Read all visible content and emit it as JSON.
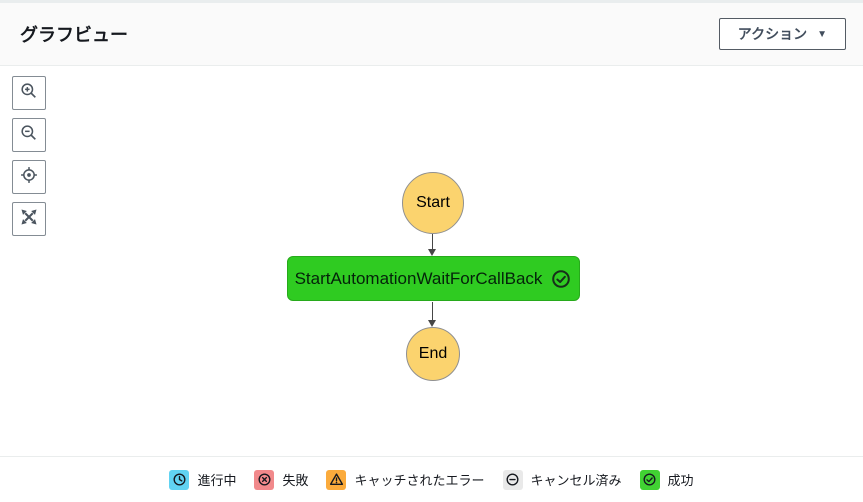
{
  "header": {
    "title": "グラフビュー",
    "action_button": {
      "label": "アクション",
      "caret": "▼"
    }
  },
  "toolbar": {
    "items": [
      {
        "name": "zoom-in"
      },
      {
        "name": "zoom-out"
      },
      {
        "name": "center-graph"
      },
      {
        "name": "fit-expand"
      }
    ]
  },
  "graph": {
    "start_node": {
      "label": "Start",
      "color": "#FBD36E"
    },
    "task_node": {
      "label": "StartAutomationWaitForCallBack",
      "color": "#2FCB21",
      "status_icon": "icon-check-circle"
    },
    "end_node": {
      "label": "End",
      "color": "#FBD36E"
    }
  },
  "legend": {
    "items": [
      {
        "label": "進行中",
        "icon": "icon-clock",
        "color": "#61D3F2"
      },
      {
        "label": "失敗",
        "icon": "icon-x-circle",
        "color": "#F1898B"
      },
      {
        "label": "キャッチされたエラー",
        "icon": "icon-warning",
        "color": "#FBAB3C"
      },
      {
        "label": "キャンセル済み",
        "icon": "icon-minus-circle",
        "color": "#E9E9E9"
      },
      {
        "label": "成功",
        "icon": "icon-check-circle",
        "color": "#41D233"
      }
    ]
  }
}
